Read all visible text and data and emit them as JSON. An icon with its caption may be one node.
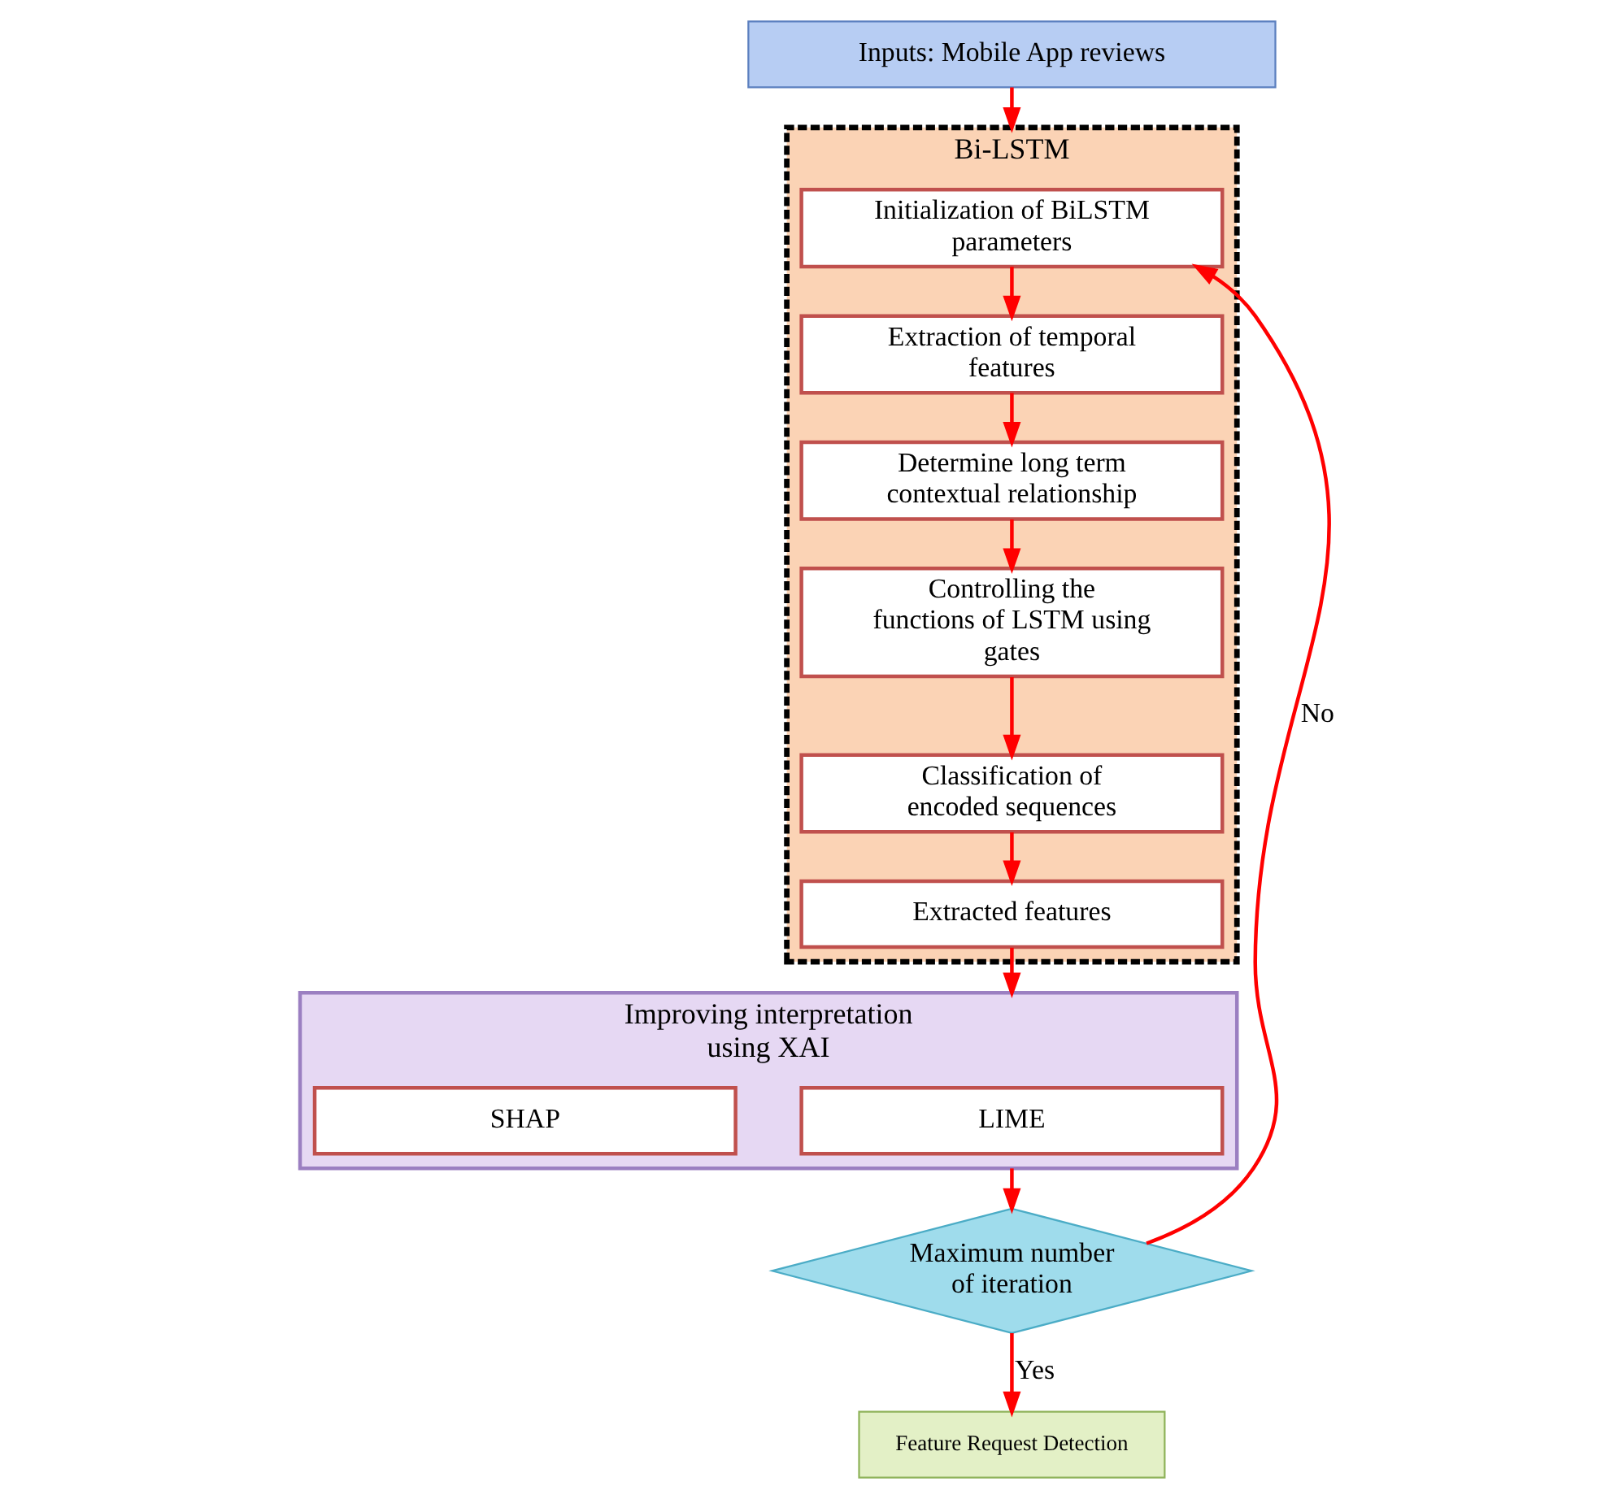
{
  "diagram": {
    "nodes": [
      {
        "text": [
          "Inputs: Mobile App reviews"
        ]
      },
      {
        "text": [
          "Bi-LSTM"
        ]
      },
      {
        "text": [
          "Initialization of BiLSTM parameters"
        ],
        "in": 1
      },
      {
        "text": [
          "Extraction of temporal features"
        ],
        "in": 1
      },
      {
        "text": [
          "Determine long term contextual relationship"
        ],
        "in": 1
      },
      {
        "text": [
          "Controlling the functions of LSTM using gates"
        ],
        "in": 1
      },
      {
        "text": [
          "Classification of encoded sequences"
        ],
        "in": 1
      },
      {
        "text": [
          "Extracted features"
        ],
        "in": 1
      },
      {
        "text": [
          "Improving interpretation using XAI"
        ]
      },
      {
        "text": [
          "LIME"
        ],
        "in": 8
      },
      {
        "text": [
          "SHAP"
        ],
        "in": 8
      },
      {
        "text": [
          "Maximum number of iteration"
        ]
      },
      {
        "text": [
          "Feature Request Detection"
        ]
      }
    ],
    "edges": [
      {
        "from": 0,
        "to": 1,
        "arrow": "to"
      },
      {
        "from": 2,
        "to": 3,
        "arrow": "to"
      },
      {
        "from": 3,
        "to": 4,
        "arrow": "to"
      },
      {
        "from": 4,
        "to": 5,
        "arrow": "to"
      },
      {
        "from": 5,
        "to": 6,
        "arrow": "to"
      },
      {
        "from": 6,
        "to": 7,
        "arrow": "to"
      },
      {
        "from": 7,
        "to": 8,
        "arrow": "to"
      },
      {
        "from": 8,
        "to": 11,
        "arrow": "to"
      },
      {
        "from": 11,
        "to": 12,
        "label": "Yes",
        "arrow": "to"
      },
      {
        "from": 11,
        "to": 2,
        "label": "No",
        "arrow": "to"
      }
    ]
  }
}
